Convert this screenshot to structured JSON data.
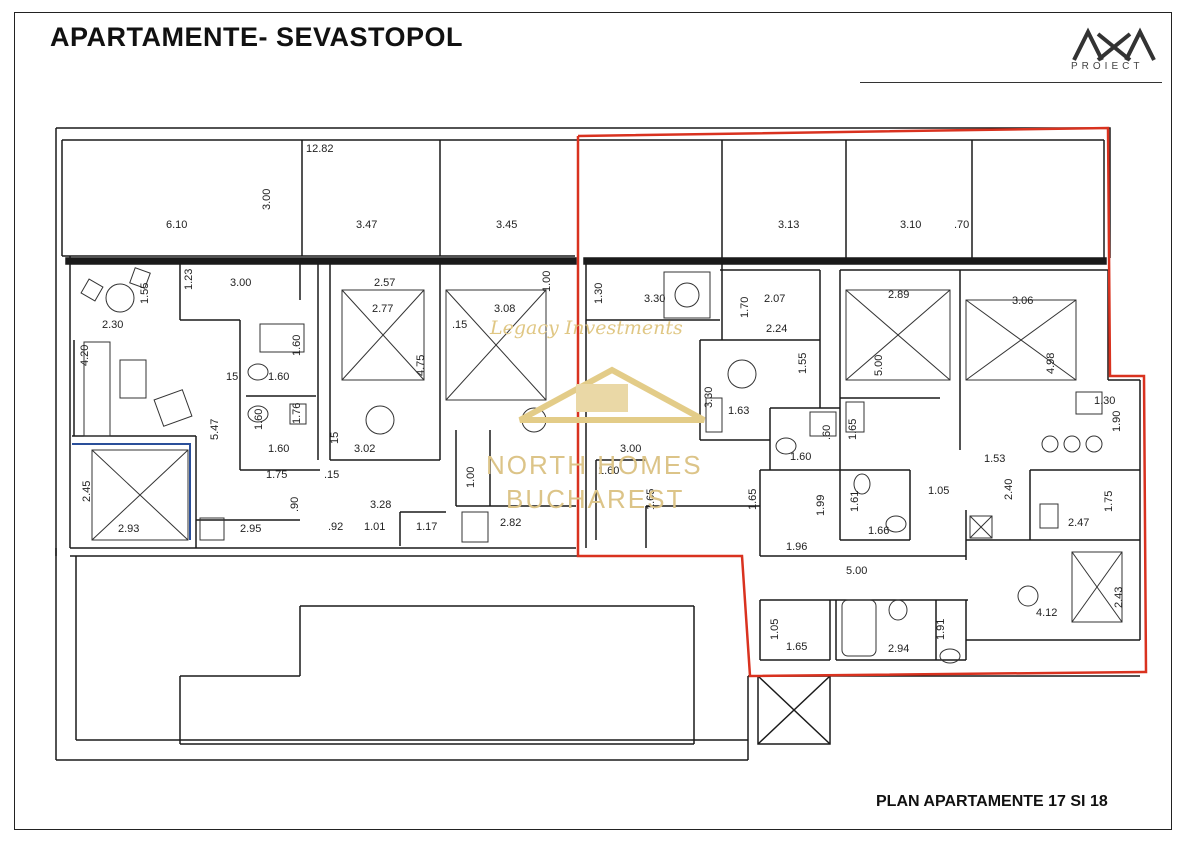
{
  "header": {
    "title": "APARTAMENTE- SEVASTOPOL",
    "logo_text": "PROIECT"
  },
  "footer": {
    "plan_label": "PLAN APARTAMENTE 17 SI 18"
  },
  "watermark": {
    "line1": "Legacy Investments",
    "line2": "NORTH HOMES",
    "line3": "BUCHAREST"
  },
  "colors": {
    "highlight_outline": "#d9321f",
    "wall": "#1a1a1a",
    "watermark": "#dcc488",
    "window_blue": "#2a4f9a"
  },
  "dimensions": {
    "d_12_82": "12.82",
    "d_6_10": "6.10",
    "d_3_00_v": "3.00",
    "d_3_47": "3.47",
    "d_3_45": "3.45",
    "d_3_13": "3.13",
    "d_3_10": "3.10",
    "d_70": ".70",
    "d_1_55": "1.55",
    "d_1_23": "1.23",
    "d_3_00": "3.00",
    "d_2_30": "2.30",
    "d_4_20": "4.20",
    "d_5_47": "5.47",
    "d_15a": "15",
    "d_1_60a": "1.60",
    "d_1_60b": "1.60",
    "d_1_60c": "1.60",
    "d_1_60d": "1.60",
    "d_1_76": "1.76",
    "d_15b": "15",
    "d_15c": ".15",
    "d_1_75": "1.75",
    "d_2_57": "2.57",
    "d_2_77": "2.77",
    "d_15d": ".15",
    "d_4_75": "4.75",
    "d_3_02": "3.02",
    "d_3_08": "3.08",
    "d_1_00a": "1.00",
    "d_1_00b": "1.00",
    "d_2_45": "2.45",
    "d_2_93": "2.93",
    "d_2_95": "2.95",
    "d_90": ".90",
    "d_3_28": "3.28",
    "d_92": ".92",
    "d_1_01": "1.01",
    "d_1_17": "1.17",
    "d_2_82": "2.82",
    "d_1_30a": "1.30",
    "d_3_30": "3.30",
    "d_2_07": "2.07",
    "d_1_70": "1.70",
    "d_2_24": "2.24",
    "d_1_55b": "1.55",
    "d_2_89": "2.89",
    "d_5_00a": "5.00",
    "d_3_06": "3.06",
    "d_4_98": "4.98",
    "d_1_30b": "1.30",
    "d_1_90": "1.90",
    "d_3_30b": "3.30",
    "d_1_63": "1.63",
    "d_60": ".60",
    "d_1_60e": "1.60",
    "d_1_65a": "1.65",
    "d_3_00b": "3.00",
    "d_1_60f": "1.60",
    "d_1_65b": "1.65",
    "d_1_53": "1.53",
    "d_2_40": "2.40",
    "d_1_05a": "1.05",
    "d_1_61": "1.61",
    "d_1_66": "1.66",
    "d_1_65c": "1.65",
    "d_1_99": "1.99",
    "d_1_96": "1.96",
    "d_2_47": "2.47",
    "d_1_75b": "1.75",
    "d_5_00b": "5.00",
    "d_2_43": "2.43",
    "d_4_12": "4.12",
    "d_1_05b": "1.05",
    "d_1_65d": "1.65",
    "d_2_94": "2.94",
    "d_1_91": "1.91"
  }
}
